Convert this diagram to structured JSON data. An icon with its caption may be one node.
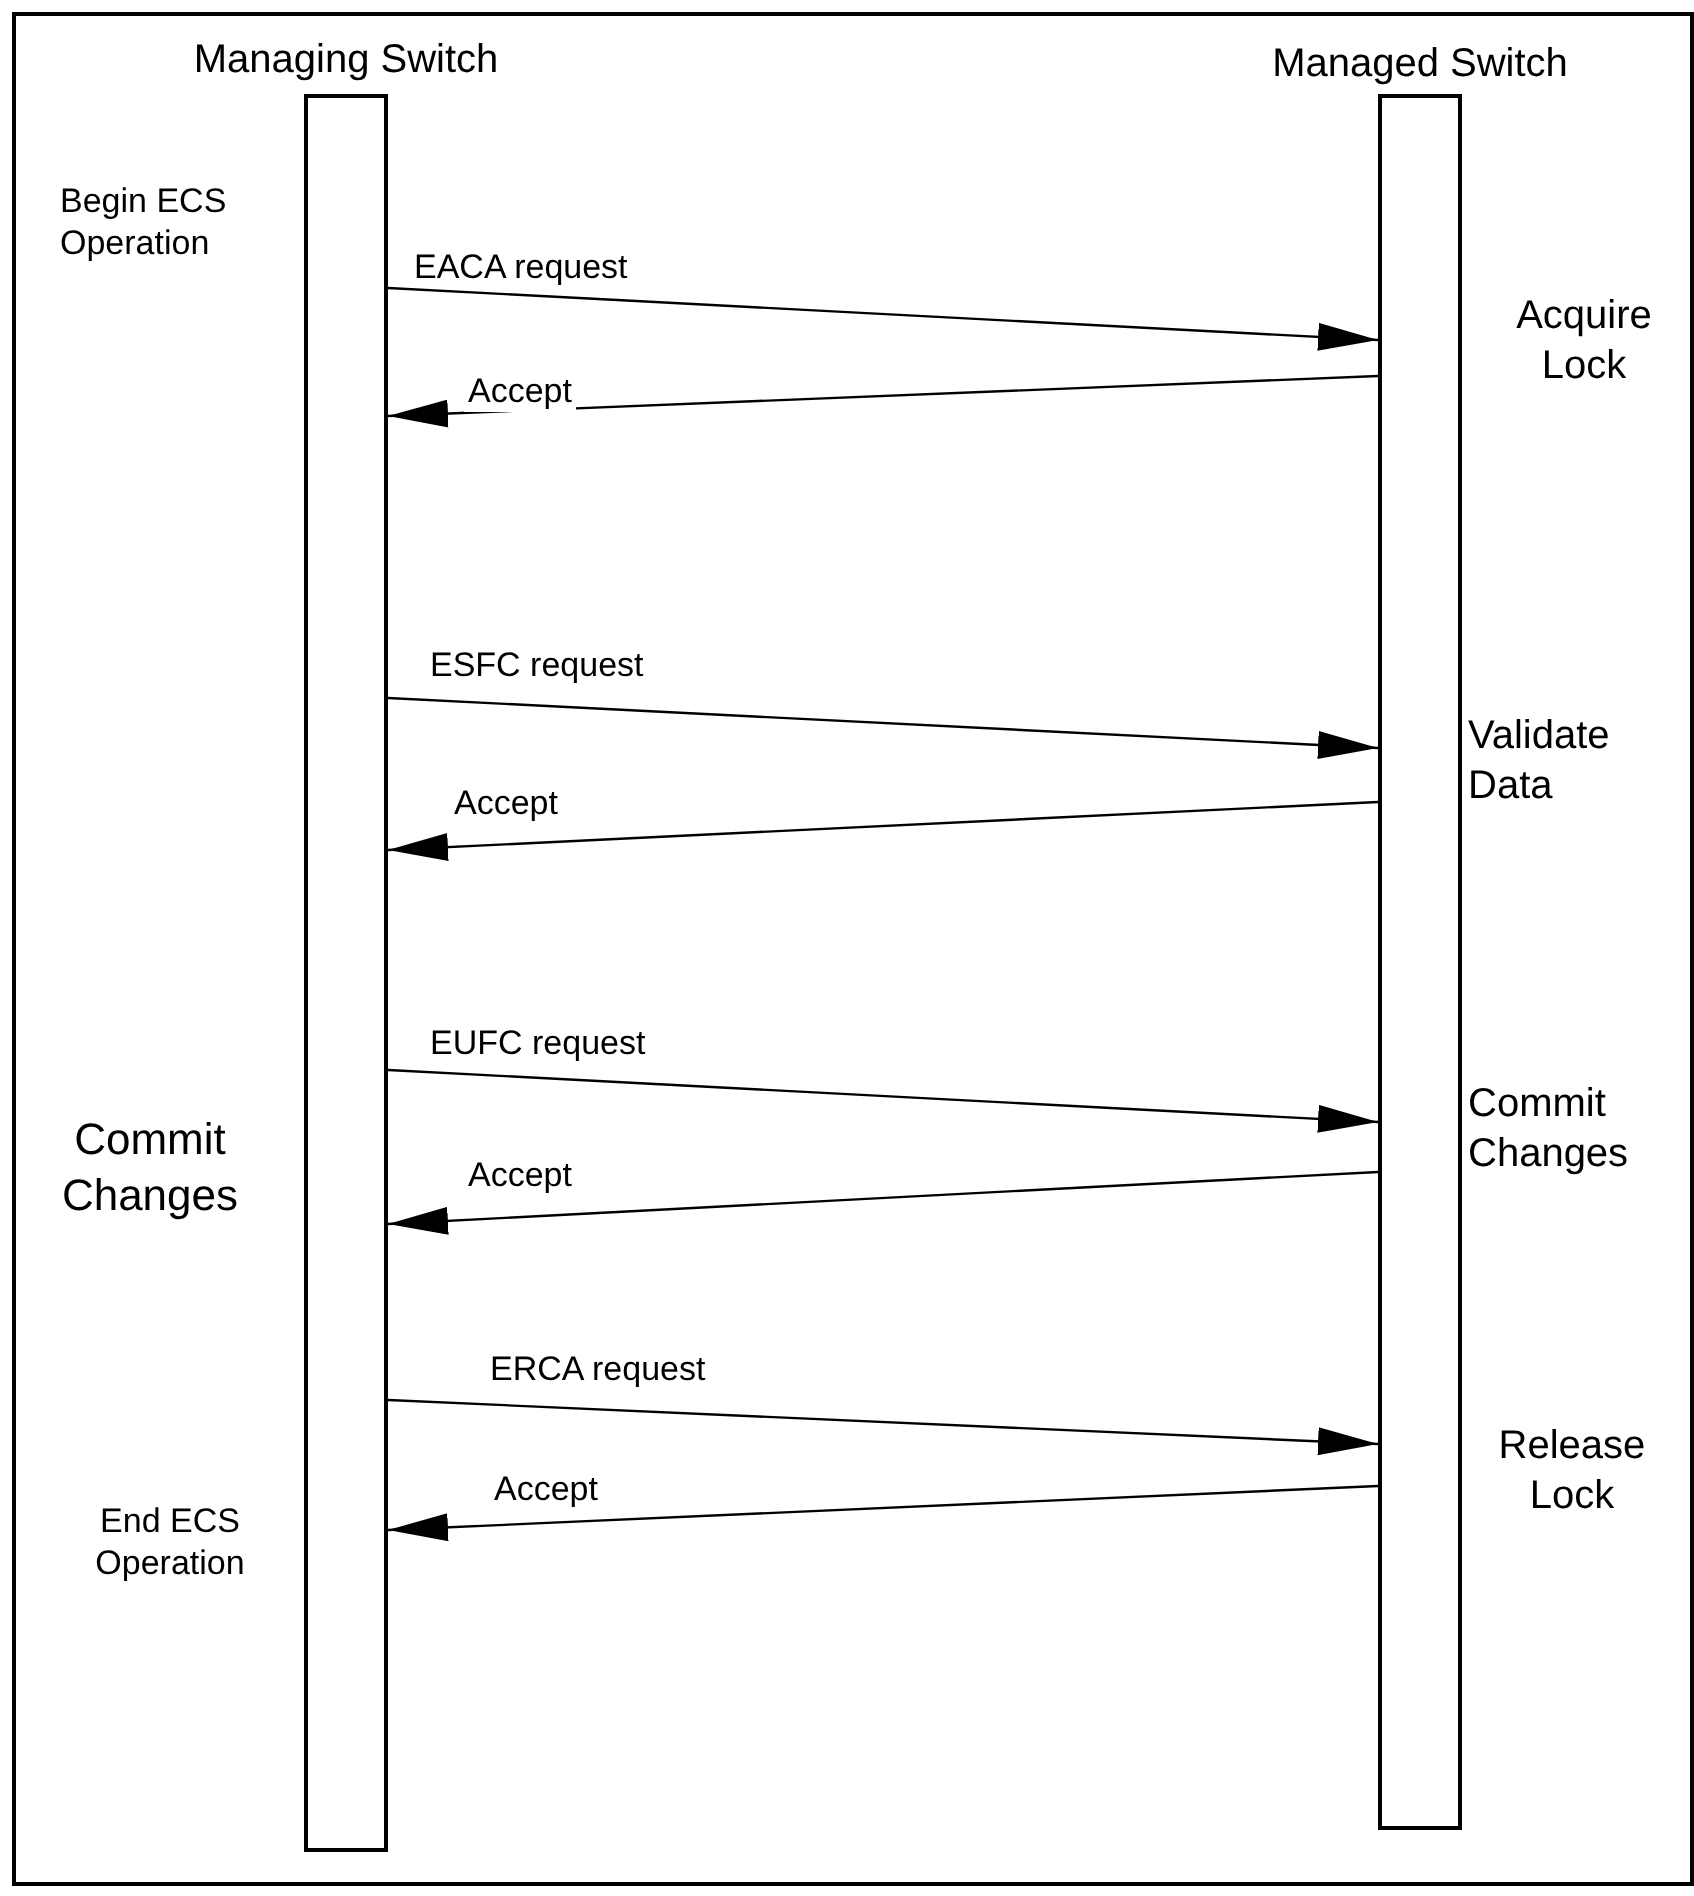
{
  "diagram": {
    "nodes": [
      {
        "text": [
          "Managing Switch"
        ],
        "beside": [
          "Begin ECS Operation",
          "Commit Changes",
          "End ECS Operation"
        ]
      },
      {
        "text": [
          "Managed Switch"
        ],
        "beside": [
          "Acquire Lock",
          "Validate Data",
          "Commit Changes",
          "Release Lock"
        ]
      }
    ],
    "edges": [
      {
        "from": 0,
        "to": 1,
        "arrow": "to",
        "label": "EACA request"
      },
      {
        "from": 1,
        "to": 0,
        "arrow": "to",
        "label": "Accept"
      },
      {
        "from": 0,
        "to": 1,
        "arrow": "to",
        "label": "ESFC request"
      },
      {
        "from": 1,
        "to": 0,
        "arrow": "to",
        "label": "Accept"
      },
      {
        "from": 0,
        "to": 1,
        "arrow": "to",
        "label": "EUFC request"
      },
      {
        "from": 1,
        "to": 0,
        "arrow": "to",
        "label": "Accept"
      },
      {
        "from": 0,
        "to": 1,
        "arrow": "to",
        "label": "ERCA request"
      },
      {
        "from": 1,
        "to": 0,
        "arrow": "to",
        "label": "Accept"
      }
    ]
  }
}
